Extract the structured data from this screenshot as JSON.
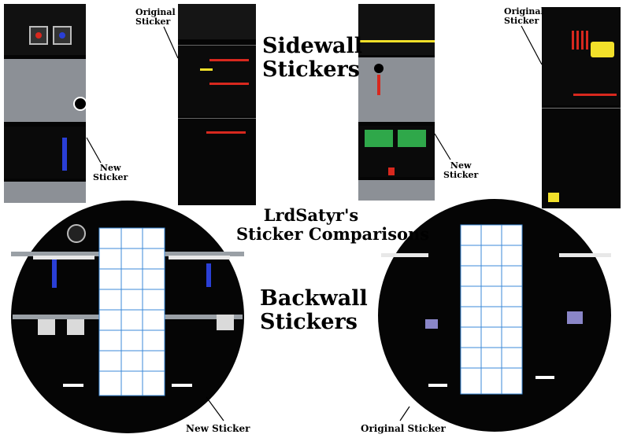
{
  "headings": {
    "sidewall_line1": "Sidewall",
    "sidewall_line2": "Stickers",
    "credit_line1": "LrdSatyr's",
    "credit_line2": "Sticker Comparisons",
    "backwall_line1": "Backwall",
    "backwall_line2": "Stickers"
  },
  "callouts": {
    "original_sticker_left_1": "Original",
    "original_sticker_left_2": "Sticker",
    "original_sticker_right_1": "Original",
    "original_sticker_right_2": "Sticker",
    "new_sticker_left_1": "New",
    "new_sticker_left_2": "Sticker",
    "new_sticker_right_1": "New",
    "new_sticker_right_2": "Sticker",
    "new_sticker_bottom": "New Sticker",
    "original_sticker_bottom": "Original Sticker"
  },
  "colors": {
    "panel": "#050505",
    "panel_gray": "#8c9096",
    "grid_blue": "#3b8ad9",
    "accent_red": "#d8281e",
    "accent_blue": "#2a3fd6",
    "accent_yellow": "#f2e02a",
    "accent_green": "#2fa84a"
  }
}
